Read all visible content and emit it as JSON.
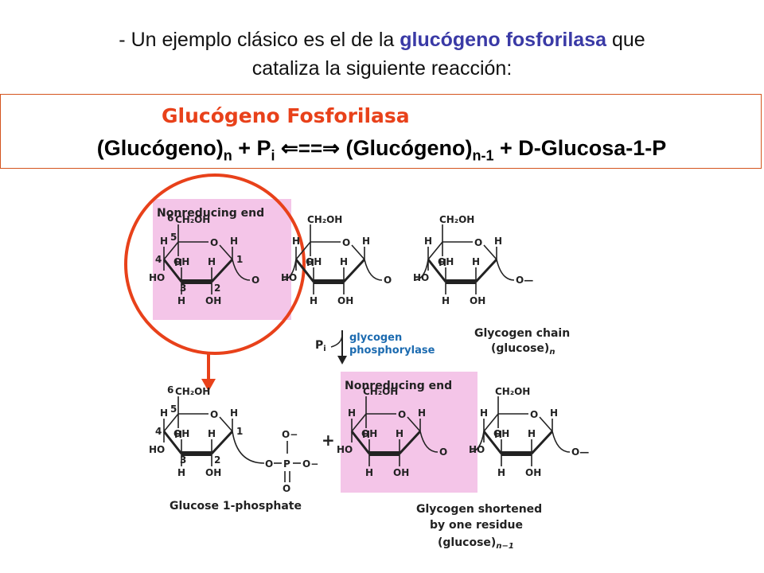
{
  "intro": {
    "line1_pre": "- Un ejemplo clásico es el de la ",
    "line1_highlight": "glucógeno fosforilasa",
    "line1_post": " que",
    "line2": "cataliza la siguiente reacción:"
  },
  "reaction": {
    "enzyme": "Glucógeno Fosforilasa",
    "reactant": "(Glucógeno)",
    "reactant_sub": "n",
    "plus1": "+ P",
    "pi_sub": "i",
    "arrow": "⇐==⇒",
    "product": "(Glucógeno)",
    "product_sub": "n-1",
    "plus2": "+ D-Glucosa-1-P"
  },
  "diagram": {
    "nonreducing_top": "Nonreducing end",
    "nonreducing_bottom": "Nonreducing end",
    "pi": "P",
    "pi_sub": "i",
    "enzyme_line1": "glycogen",
    "enzyme_line2": "phosphorylase",
    "chain_label_line1": "Glycogen chain",
    "chain_label_line2": "(glucose)",
    "chain_label_sub": "n",
    "g1p_label": "Glucose 1-phosphate",
    "shortened_line1": "Glycogen shortened",
    "shortened_line2": "by one residue",
    "shortened_line3": "(glucose)",
    "shortened_sub": "n−1",
    "plus": "+",
    "atoms": {
      "ch2oh": "CH₂OH",
      "o": "O",
      "h": "H",
      "oh": "OH",
      "ho": "HO",
      "c6": "6",
      "c5": "5",
      "c4": "4",
      "c3": "3",
      "c2": "2",
      "c1": "1",
      "p": "P",
      "o_minus": "O−",
      "dash_end": "O—"
    }
  },
  "colors": {
    "highlight_box": "#f4c5e8",
    "circle": "#e8411a",
    "enzyme_title": "#e8411a",
    "enzyme_label": "#1c6bb0",
    "text_highlight": "#3a3aa6"
  }
}
